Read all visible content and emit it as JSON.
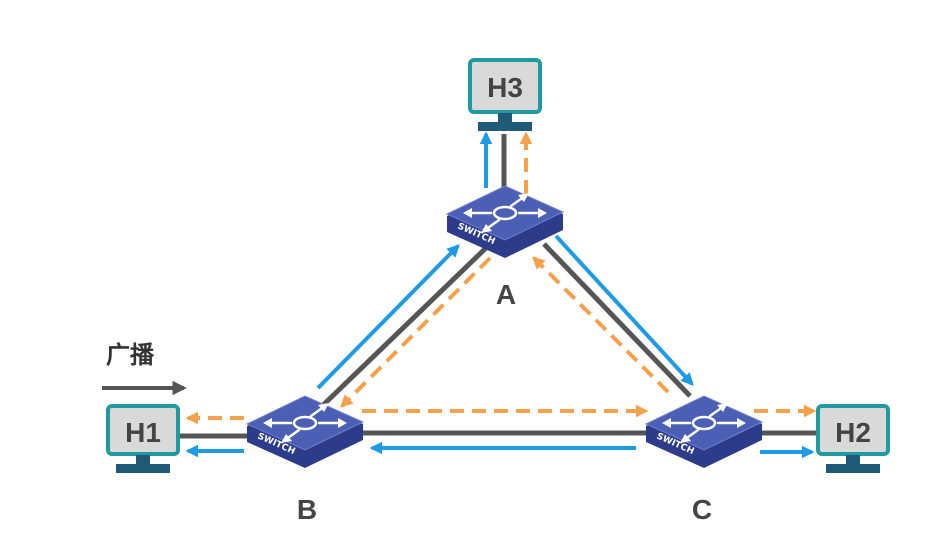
{
  "colors": {
    "link": "#555555",
    "blue_arrow": "#1e9be6",
    "orange_arrow": "#f5a04a",
    "switch_top": "#4b5fb5",
    "switch_side": "#2d3c8a",
    "host_border": "#1e9aa0",
    "host_screen": "#d9d9d9",
    "host_base": "#1f5a78"
  },
  "broadcast": {
    "label": "广播"
  },
  "hosts": {
    "h1": {
      "label": "H1"
    },
    "h2": {
      "label": "H2"
    },
    "h3": {
      "label": "H3"
    }
  },
  "switches": {
    "a": {
      "name": "A",
      "badge": "SWITCH",
      "icon": "switch-arrows-icon"
    },
    "b": {
      "name": "B",
      "badge": "SWITCH",
      "icon": "switch-arrows-icon"
    },
    "c": {
      "name": "C",
      "badge": "SWITCH",
      "icon": "switch-arrows-icon"
    }
  }
}
